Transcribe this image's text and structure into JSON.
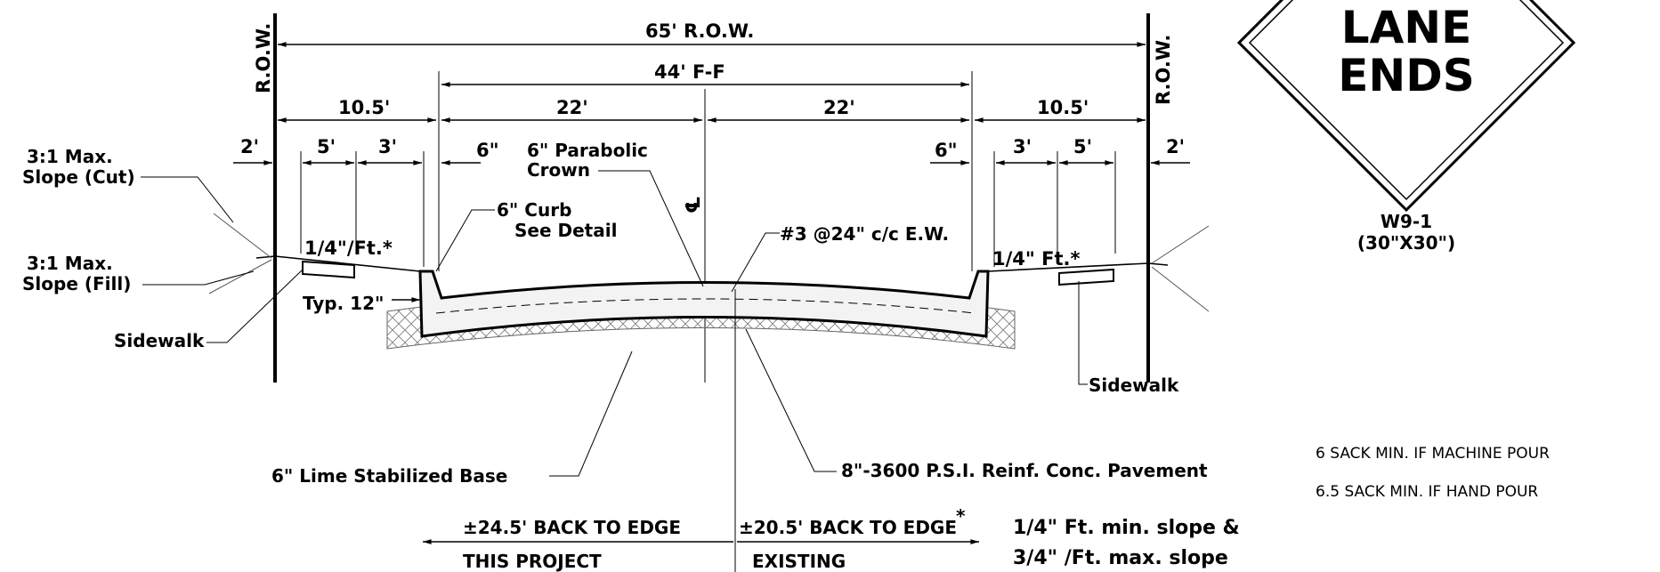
{
  "dimensions": {
    "row_width": "65' R.O.W.",
    "face_to_face": "44' F-F",
    "half_left": "22'",
    "half_right": "22'",
    "parkway_left": "10.5'",
    "parkway_right": "10.5'",
    "outer_left": "2'",
    "outer_right": "2'",
    "sidewalk_left": "5'",
    "sidewalk_right": "5'",
    "buffer_left": "3'",
    "buffer_right": "3'",
    "curb_left": "6\"",
    "curb_right": "6\"",
    "typ": "Typ. 12\""
  },
  "labels": {
    "row_left": "R.O.W.",
    "row_right": "R.O.W.",
    "slope_cut": [
      "3:1 Max.",
      "Slope (Cut)"
    ],
    "slope_fill": [
      "3:1 Max.",
      "Slope (Fill)"
    ],
    "sidewalk_left": "Sidewalk",
    "sidewalk_right": "Sidewalk",
    "crown": [
      "6\" Parabolic",
      "Crown"
    ],
    "curb": [
      "6\" Curb",
      "See Detail"
    ],
    "rebar": "#3 @24\" c/c E.W.",
    "slope_left": "1/4\"/Ft.*",
    "slope_right": "1/4\" Ft.*",
    "centerline": "℄",
    "base": "6\" Lime Stabilized Base",
    "pavement": "8\"-3600 P.S.I. Reinf. Conc. Pavement",
    "back_this_top": "±24.5' BACK TO EDGE",
    "back_this_bottom": "THIS PROJECT",
    "back_exist_top": "±20.5' BACK TO EDGE",
    "back_exist_bottom": "EXISTING",
    "asterisk": "*",
    "slope_note": [
      "1/4\" Ft. min. slope &",
      "3/4\" /Ft. max. slope"
    ]
  },
  "sign": {
    "line1": "LANE",
    "line2": "ENDS",
    "code": "W9-1",
    "size": "(30\"X30\")"
  },
  "notes": {
    "machine": "6 SACK MIN. IF MACHINE POUR",
    "hand": "6.5 SACK MIN. IF HAND POUR"
  }
}
